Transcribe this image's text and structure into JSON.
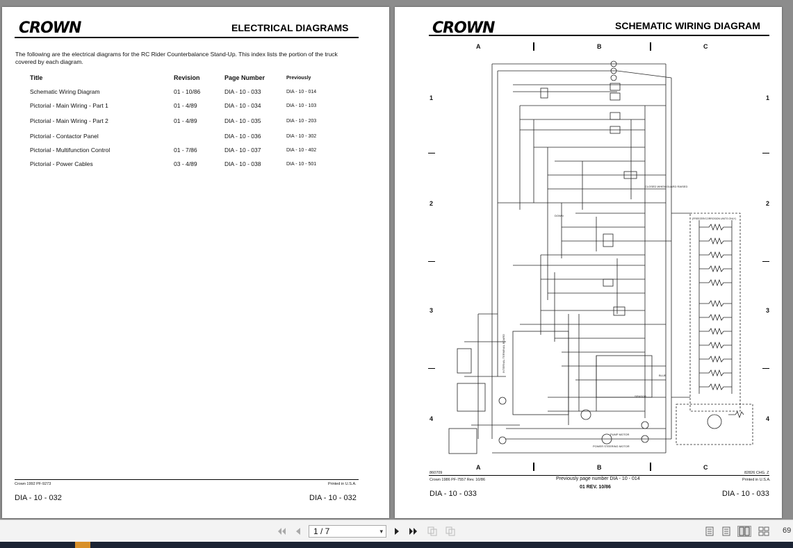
{
  "left_page": {
    "logo": "CROWN",
    "title": "ELECTRICAL DIAGRAMS",
    "intro": "The following are the electrical diagrams for the RC Rider Counterbalance Stand-Up. This index lists the portion of the truck covered by each diagram.",
    "columns": {
      "title": "Title",
      "revision": "Revision",
      "page_number": "Page Number",
      "previously": "Previously"
    },
    "rows": [
      {
        "title": "Schematic Wiring Diagram",
        "revision": "01 - 10/86",
        "page": "DIA - 10 - 033",
        "prev": "DIA - 10 - 014"
      },
      {
        "title": "Pictorial - Main Wiring - Part 1",
        "revision": "01 - 4/89",
        "page": "DIA - 10 - 034",
        "prev": "DIA - 10 - 103"
      },
      {
        "title": "Pictorial - Main Wiring - Part 2",
        "revision": "01 - 4/89",
        "page": "DIA - 10 - 035",
        "prev": "DIA - 10 - 203"
      },
      {
        "title": "Pictorial - Contactor Panel",
        "revision": "",
        "page": "DIA - 10 - 036",
        "prev": "DIA - 10 - 302"
      },
      {
        "title": "Pictorial - Multifunction Control",
        "revision": "01 - 7/86",
        "page": "DIA - 10 - 037",
        "prev": "DIA - 10 - 402"
      },
      {
        "title": "Pictorial - Power Cables",
        "revision": "03 - 4/89",
        "page": "DIA - 10 - 038",
        "prev": "DIA - 10 - 501"
      }
    ],
    "footer_left_small": "Crown 1992 PF-9273",
    "footer_right_small": "Printed in U.S.A.",
    "footer_left": "DIA - 10 - 032",
    "footer_right": "DIA - 10 - 032"
  },
  "right_page": {
    "logo": "CROWN",
    "title": "SCHEMATIC WIRING DIAGRAM",
    "columns_top": [
      "A",
      "B",
      "C"
    ],
    "columns_bottom": [
      "A",
      "B",
      "C"
    ],
    "rows_left": [
      "1",
      "2",
      "3",
      "4"
    ],
    "rows_right": [
      "1",
      "2",
      "3",
      "4"
    ],
    "drawing_number": "860709",
    "change_note": "82826 CHG. Z",
    "footer_left_small": "Crown 1986 PF-7557 Rev. 10/86",
    "footer_center_small": "Previously page number DIA - 10 - 014",
    "footer_center_rev": "01 REV. 10/86",
    "footer_right_small": "Printed in U.S.A.",
    "footer_left": "DIA - 10 - 033",
    "footer_right": "DIA - 10 - 033",
    "freezer_label": "(FREEZER/CORROSION UNITS ONLY)",
    "labels": {
      "closed_when": "CLOSED WHEN GUARD RAISED",
      "pump_motor": "PUMP MOTOR",
      "ps_motor": "POWER STEERING MOTOR",
      "internal": "INTERNAL TERMINAL BOARD",
      "sensor": "SENSOR",
      "down": "DOWN",
      "blue": "BLUE"
    }
  },
  "toolbar": {
    "page_display": "1 / 7",
    "zoom": "69"
  }
}
